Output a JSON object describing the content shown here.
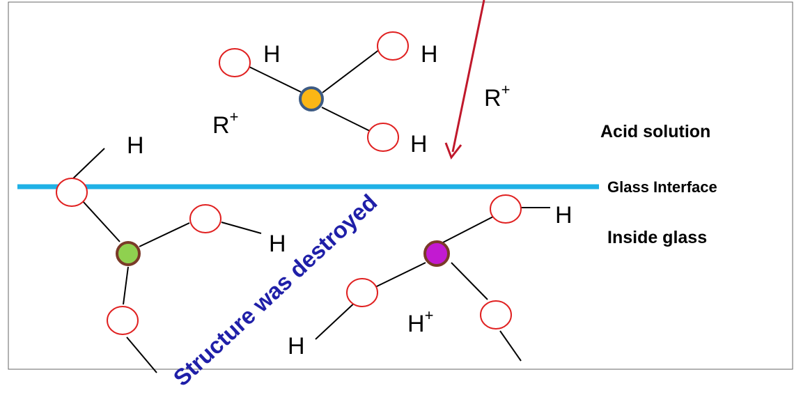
{
  "labels": {
    "h": "H",
    "r": "R",
    "plus": "+",
    "acid_solution": "Acid solution",
    "glass_interface": "Glass Interface",
    "inside_glass": "Inside glass",
    "annotation": "Structure was destroyed"
  },
  "colors": {
    "interface_line": "#1fb1e6",
    "oxygen_stroke": "#e02020",
    "bond": "#000000",
    "arrow": "#c0182b",
    "annotation": "#1f1fa8",
    "center_orange": "#fbb615",
    "center_orange_stroke": "#3d5b84",
    "center_green": "#8fd14f",
    "center_purple": "#c21ad1",
    "center_ring_brown": "#7a3a28"
  }
}
